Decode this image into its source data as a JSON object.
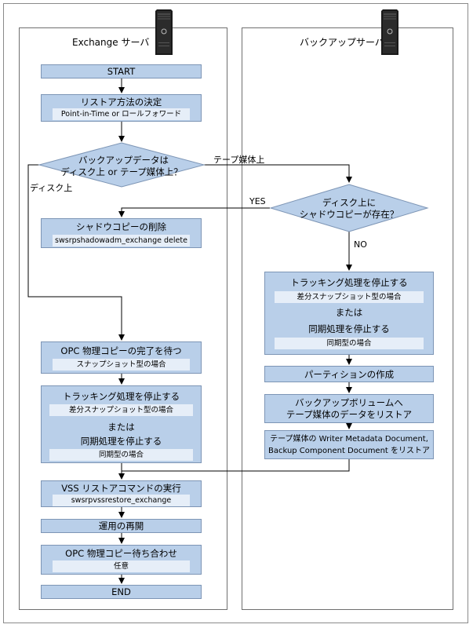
{
  "lanes": {
    "exchange": "Exchange サーバ",
    "backup": "バックアップサーバ"
  },
  "icons": [
    "server-icon"
  ],
  "colors": {
    "box_fill": "#b9cfe9",
    "sub_fill": "#e6eef8",
    "line": "#000000"
  },
  "steps": {
    "start": "START",
    "restore_method": "リストア方法の決定",
    "restore_method_sub": "Point-in-Time or ロールフォワード",
    "decision_data_l1": "バックアップデータは",
    "decision_data_l2": "ディスク上 or テープ媒体上？",
    "label_tape": "テープ媒体上",
    "label_disk": "ディスク上",
    "decision_shadow_l1": "ディスク上に",
    "decision_shadow_l2": "シャドウコピーが存在？",
    "label_yes": "YES",
    "label_no": "NO",
    "delete_shadow": "シャドウコピーの削除",
    "delete_shadow_sub": "swsrpshadowadm_exchange delete",
    "stop_tracking_r1": "トラッキング処理を停止する",
    "stop_tracking_r1_sub": "差分スナップショット型の場合",
    "or_r": "または",
    "stop_sync_r": "同期処理を停止する",
    "stop_sync_r_sub": "同期型の場合",
    "create_partition": "パーティションの作成",
    "restore_tape_l1": "バックアップボリュームへ",
    "restore_tape_l2": "テープ媒体のデータをリストア",
    "restore_meta_l1": "テープ媒体の Writer Metadata Document,",
    "restore_meta_l2": "Backup Component Document をリストア",
    "wait_opc": "OPC 物理コピーの完了を待つ",
    "wait_opc_sub": "スナップショット型の場合",
    "stop_tracking_l": "トラッキング処理を停止する",
    "stop_tracking_l_sub": "差分スナップショット型の場合",
    "or_l": "または",
    "stop_sync_l": "同期処理を停止する",
    "stop_sync_l_sub": "同期型の場合",
    "vss_restore": "VSS リストアコマンドの実行",
    "vss_restore_sub": "swsrpvssrestore_exchange",
    "resume": "運用の再開",
    "opc_wait": "OPC 物理コピー待ち合わせ",
    "opc_wait_sub": "任意",
    "end": "END"
  }
}
